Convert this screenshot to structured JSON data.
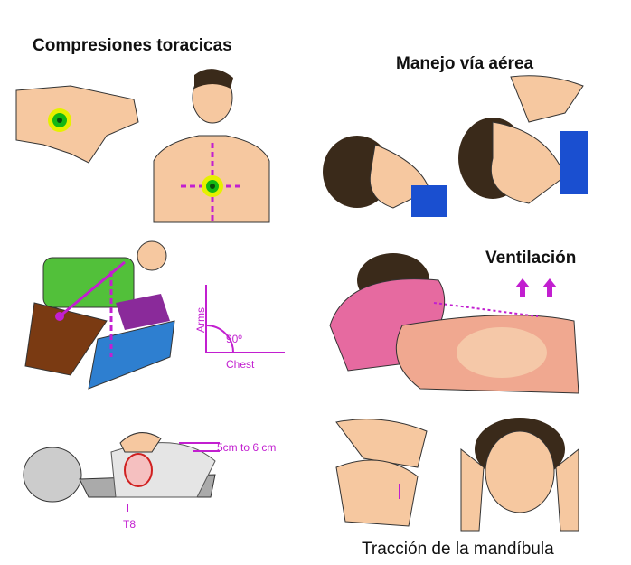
{
  "titles": {
    "chest_compressions": "Compresiones toracicas",
    "airway": "Manejo vía aérea",
    "ventilation": "Ventilación",
    "jaw_thrust": "Tracción de la mandíbula"
  },
  "angle_diagram": {
    "vertical_label": "Arms",
    "horizontal_label": "Chest",
    "angle_label": "90º"
  },
  "depth_label": "5cm to 6 cm",
  "vertebra_label": "T8",
  "colors": {
    "accent": "#c21fd0",
    "target": "#14b814",
    "target_ring": "#e6f000"
  }
}
